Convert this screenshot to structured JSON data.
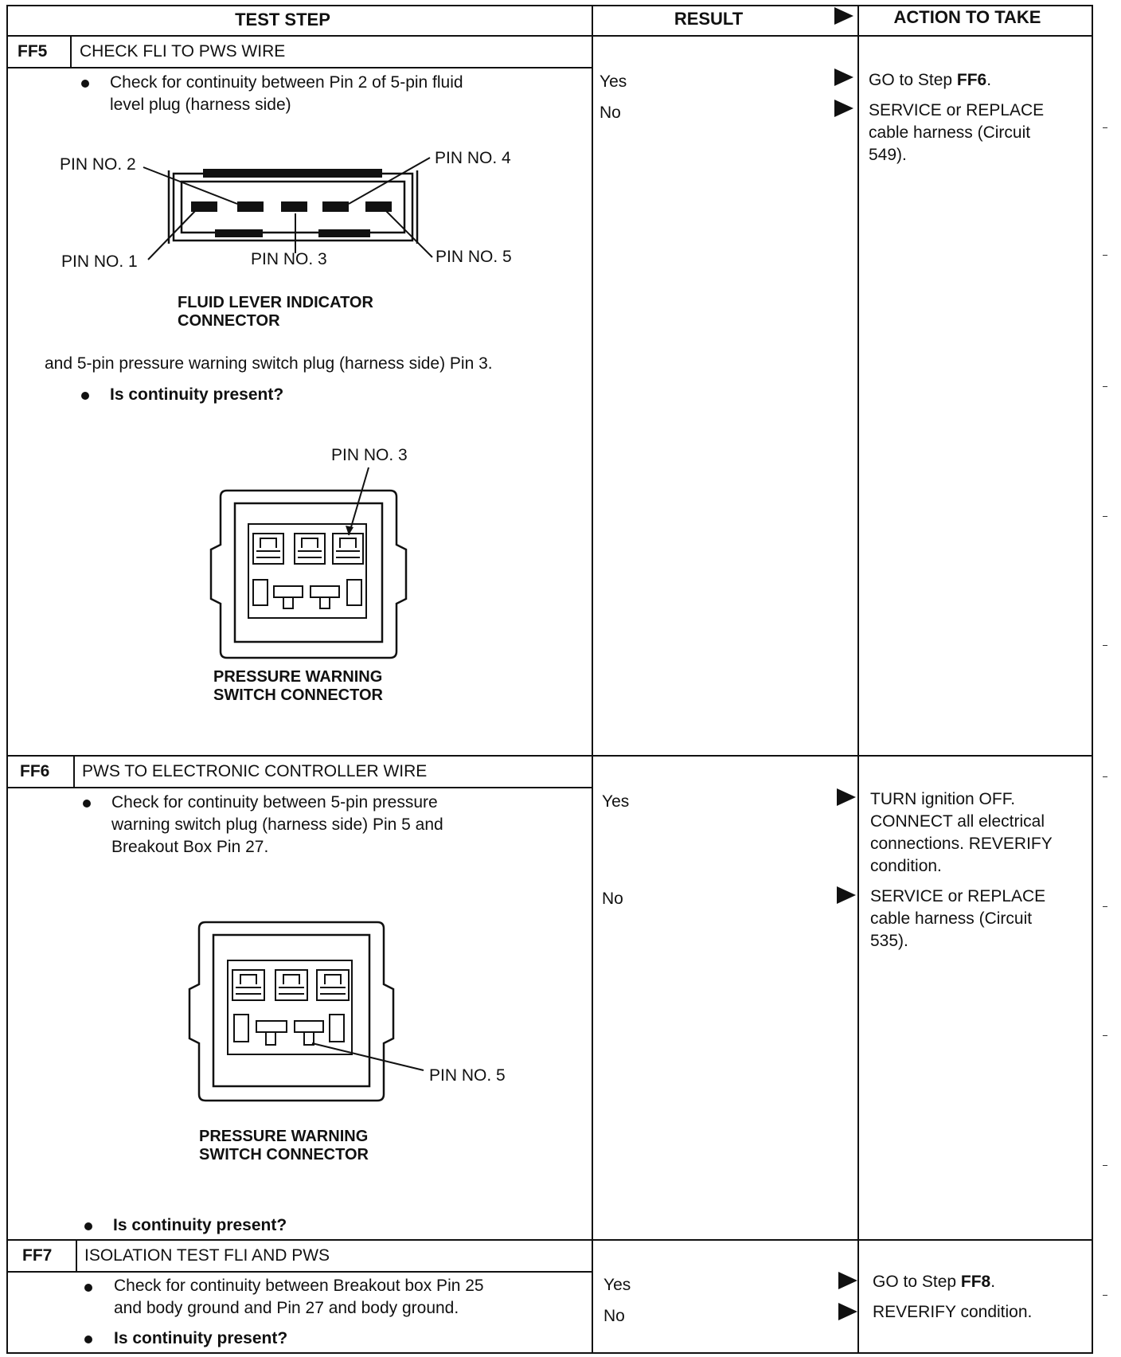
{
  "header": {
    "test_step": "TEST STEP",
    "result": "RESULT",
    "action": "ACTION TO TAKE"
  },
  "steps": [
    {
      "id": "FF5",
      "title": "CHECK FLI TO PWS WIRE",
      "instruction_line1": "Check for continuity between Pin 2 of 5-pin fluid",
      "instruction_line2": "level plug (harness side)",
      "diagram1": {
        "pin2": "PIN NO. 2",
        "pin4": "PIN NO. 4",
        "pin1": "PIN NO. 1",
        "pin3": "PIN NO. 3",
        "pin5": "PIN NO. 5",
        "caption_line1": "FLUID LEVER INDICATOR",
        "caption_line2": "CONNECTOR"
      },
      "continuation": "and 5-pin pressure warning switch plug (harness side) Pin 3.",
      "question": "Is continuity present?",
      "diagram2": {
        "pin_label": "PIN NO. 3",
        "caption_line1": "PRESSURE WARNING",
        "caption_line2": "SWITCH CONNECTOR"
      },
      "results": [
        {
          "label": "Yes",
          "action_prefix": "GO to Step ",
          "action_bold": "FF6",
          "action_suffix": "."
        },
        {
          "label": "No",
          "action_line1": "SERVICE or REPLACE",
          "action_line2": "cable harness (Circuit",
          "action_line3": "549)."
        }
      ]
    },
    {
      "id": "FF6",
      "title": "PWS TO ELECTRONIC CONTROLLER WIRE",
      "instruction_line1": "Check for continuity between 5-pin pressure",
      "instruction_line2": "warning switch plug (harness side) Pin 5 and",
      "instruction_line3": "Breakout Box Pin 27.",
      "diagram": {
        "pin_label": "PIN NO. 5",
        "caption_line1": "PRESSURE WARNING",
        "caption_line2": "SWITCH CONNECTOR"
      },
      "question": "Is continuity present?",
      "results": [
        {
          "label": "Yes",
          "action_line1": "TURN ignition OFF.",
          "action_line2": "CONNECT all electrical",
          "action_line3": "connections. REVERIFY",
          "action_line4": "condition."
        },
        {
          "label": "No",
          "action_line1": "SERVICE or REPLACE",
          "action_line2": "cable harness (Circuit",
          "action_line3": "535)."
        }
      ]
    },
    {
      "id": "FF7",
      "title": "ISOLATION TEST FLI AND PWS",
      "instruction_line1": "Check for continuity between Breakout box Pin 25",
      "instruction_line2": "and body ground and Pin 27 and body ground.",
      "question": "Is continuity present?",
      "results": [
        {
          "label": "Yes",
          "action_prefix": "GO to Step ",
          "action_bold": "FF8",
          "action_suffix": "."
        },
        {
          "label": "No",
          "action_line1": "REVERIFY condition."
        }
      ]
    }
  ]
}
